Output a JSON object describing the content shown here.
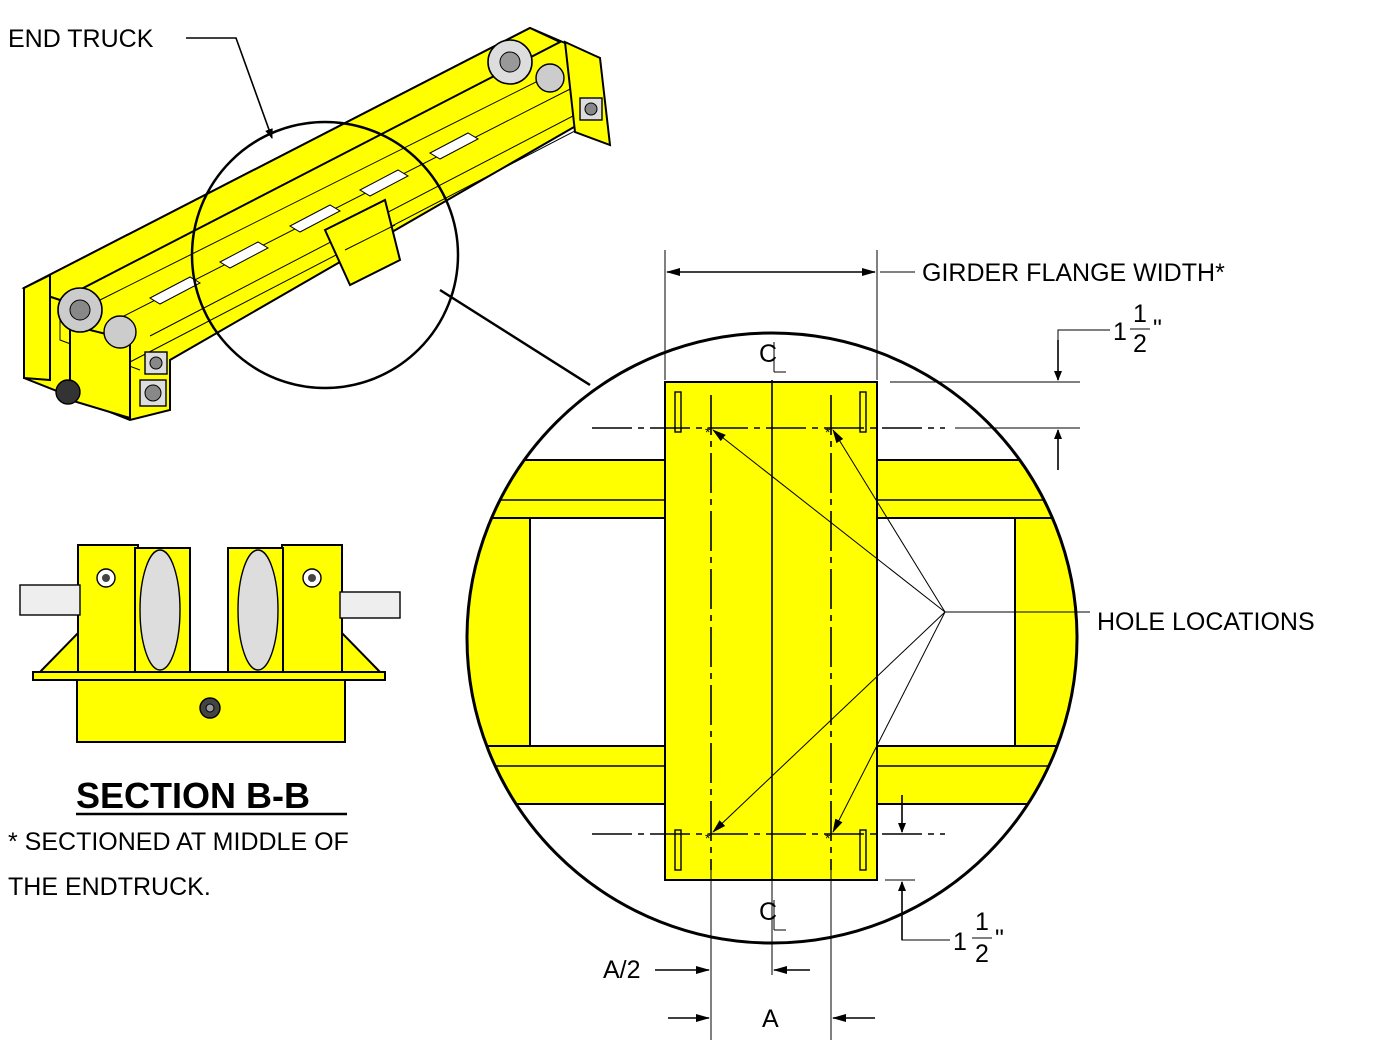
{
  "labels": {
    "end_truck": "END TRUCK",
    "girder_flange_width": "GIRDER FLANGE WIDTH*",
    "hole_locations": "HOLE LOCATIONS",
    "centerline_top": "C",
    "centerline_bottom": "C",
    "dim_top_whole": "1",
    "dim_top_num": "1",
    "dim_top_den": "2",
    "dim_top_unit": "\"",
    "dim_bottom_whole": "1",
    "dim_bottom_num": "1",
    "dim_bottom_den": "2",
    "dim_bottom_unit": "\"",
    "a_half": "A/2",
    "a": "A"
  },
  "section": {
    "title": "SECTION B-B",
    "note_line1": "* SECTIONED AT MIDDLE OF",
    "note_line2": "THE ENDTRUCK."
  },
  "colors": {
    "part": "#ffff00",
    "line": "#000000",
    "background": "#ffffff"
  }
}
